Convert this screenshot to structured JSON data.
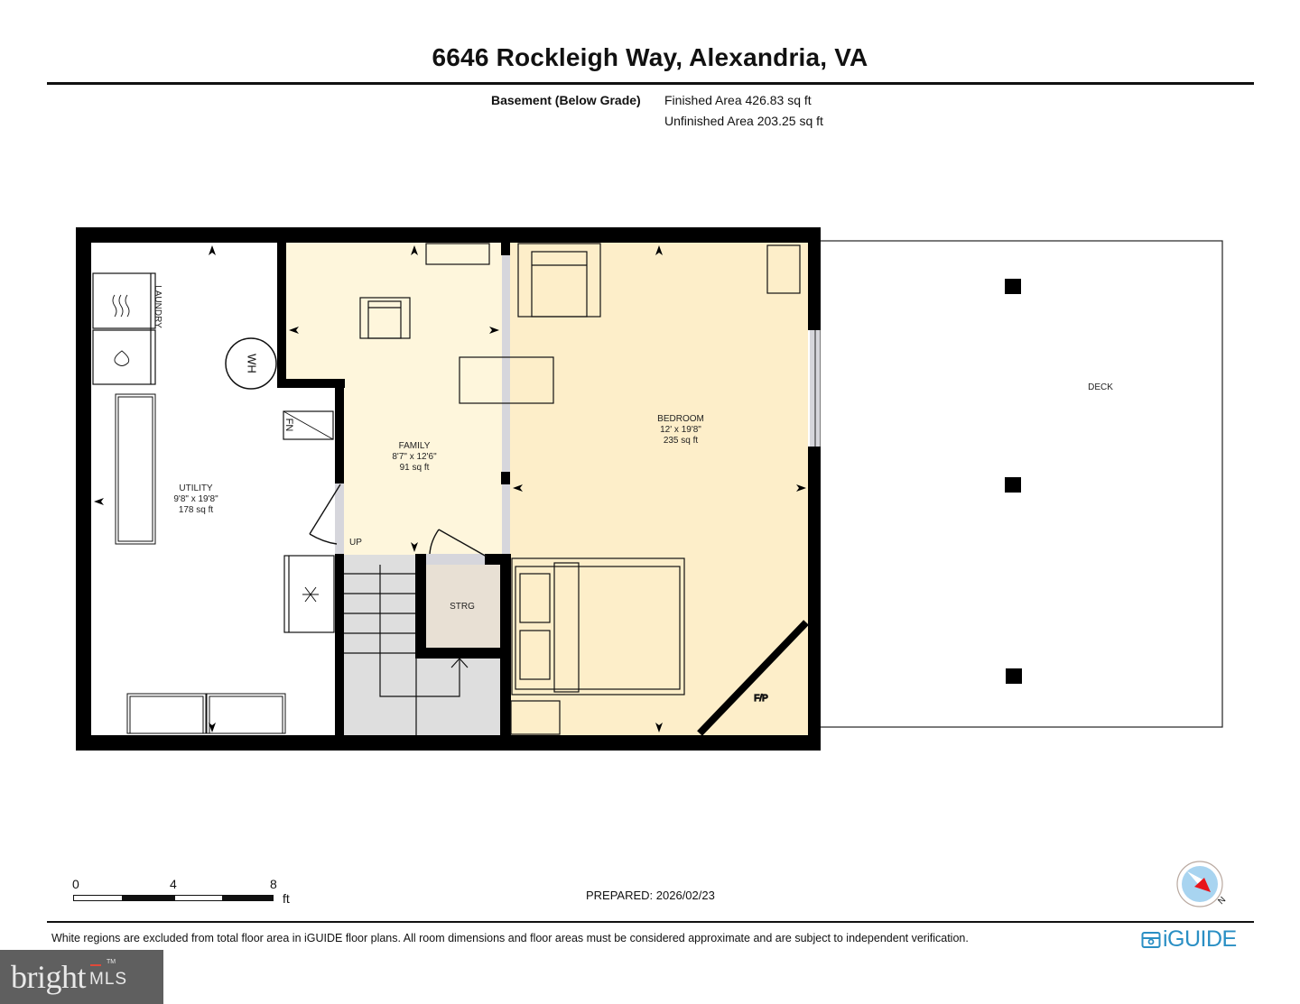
{
  "header": {
    "title": "6646 Rockleigh Way, Alexandria, VA",
    "level_label": "Basement (Below Grade)",
    "finished_area": "Finished Area 426.83 sq ft",
    "unfinished_area": "Unfinished Area 203.25 sq ft"
  },
  "rooms": {
    "utility": {
      "name": "UTILITY",
      "dims": "9'8\" x 19'8\"",
      "area": "178 sq ft"
    },
    "family": {
      "name": "FAMILY",
      "dims": "8'7\" x 12'6\"",
      "area": "91 sq ft"
    },
    "bedroom": {
      "name": "BEDROOM",
      "dims": "12' x 19'8\"",
      "area": "235 sq ft"
    },
    "storage": {
      "name": "STRG"
    },
    "deck": {
      "name": "DECK"
    }
  },
  "fixtures": {
    "laundry": "LAUNDRY",
    "water_heater": "WH",
    "furnace": "FN",
    "stairs": "UP",
    "fireplace": "F/P"
  },
  "colors": {
    "family_fill": "#fef6dc",
    "bedroom_fill": "#fdeec9",
    "storage_fill": "#e8e0d4",
    "stair_fill": "#dedede",
    "wall": "#000000",
    "brand_iguide": "#2a8fc4",
    "compass_red": "#e8141b",
    "compass_blue": "#a8d4f0"
  },
  "scale_bar": {
    "ticks": [
      "0",
      "4",
      "8"
    ],
    "unit": "ft"
  },
  "footer": {
    "prepared": "PREPARED: 2026/02/23",
    "disclaimer": "White regions are excluded from total floor area in iGUIDE floor plans. All room dimensions and floor areas must be considered approximate and are subject to independent verification.",
    "brand": "iGUIDE",
    "compass_label": "N"
  },
  "watermark": {
    "word": "bright",
    "suffix": "MLS",
    "tm": "TM"
  }
}
